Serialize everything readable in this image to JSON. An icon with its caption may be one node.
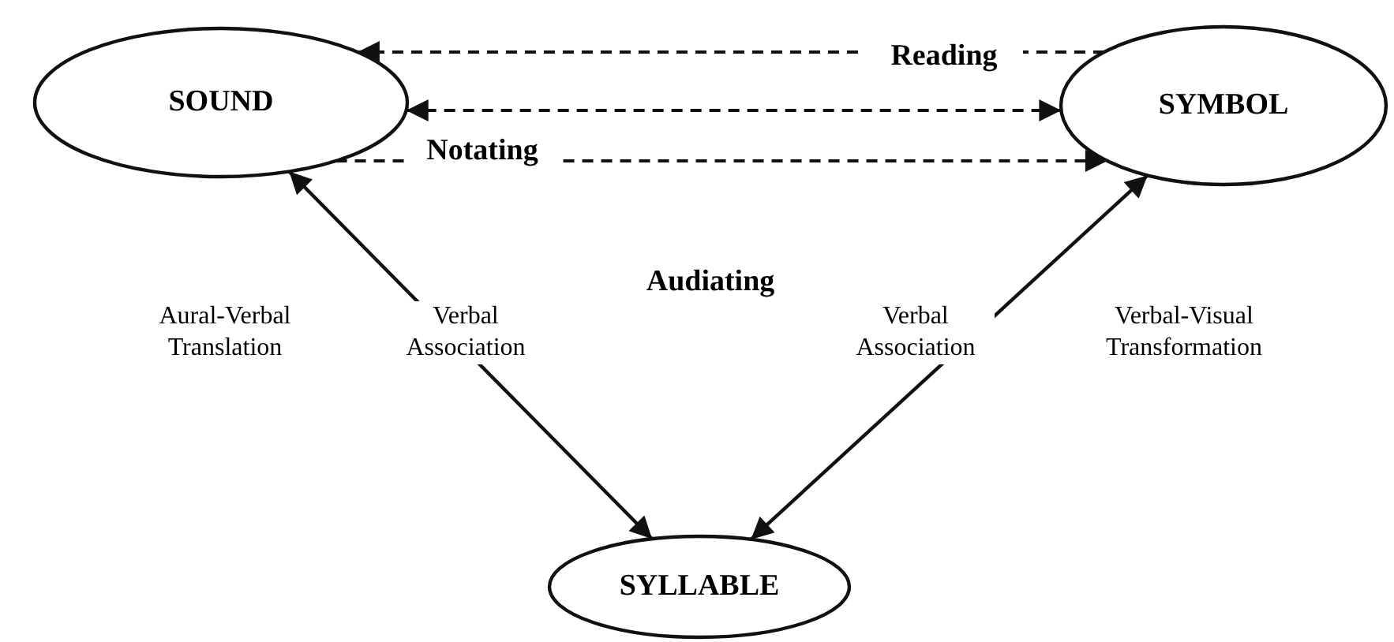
{
  "diagram": {
    "nodes": [
      {
        "text": [
          "SOUND"
        ]
      },
      {
        "text": [
          "SYMBOL"
        ]
      },
      {
        "text": [
          "SYLLABLE"
        ]
      }
    ],
    "edges": [
      {
        "from": 1,
        "to": 0,
        "arrow": "to",
        "style": "dashed",
        "label": "Reading"
      },
      {
        "from": 0,
        "to": 1,
        "arrow": "both",
        "style": "dashed"
      },
      {
        "from": 0,
        "to": 1,
        "arrow": "to",
        "style": "dashed",
        "label": "Notating"
      },
      {
        "from": 0,
        "to": 2,
        "arrow": "both",
        "label": "Aural-Verbal Translation"
      },
      {
        "from": 1,
        "to": 2,
        "arrow": "both",
        "label": "Verbal-Visual Transformation"
      }
    ],
    "labels": [
      "Audiating",
      "Verbal Association",
      "Verbal Association"
    ]
  }
}
